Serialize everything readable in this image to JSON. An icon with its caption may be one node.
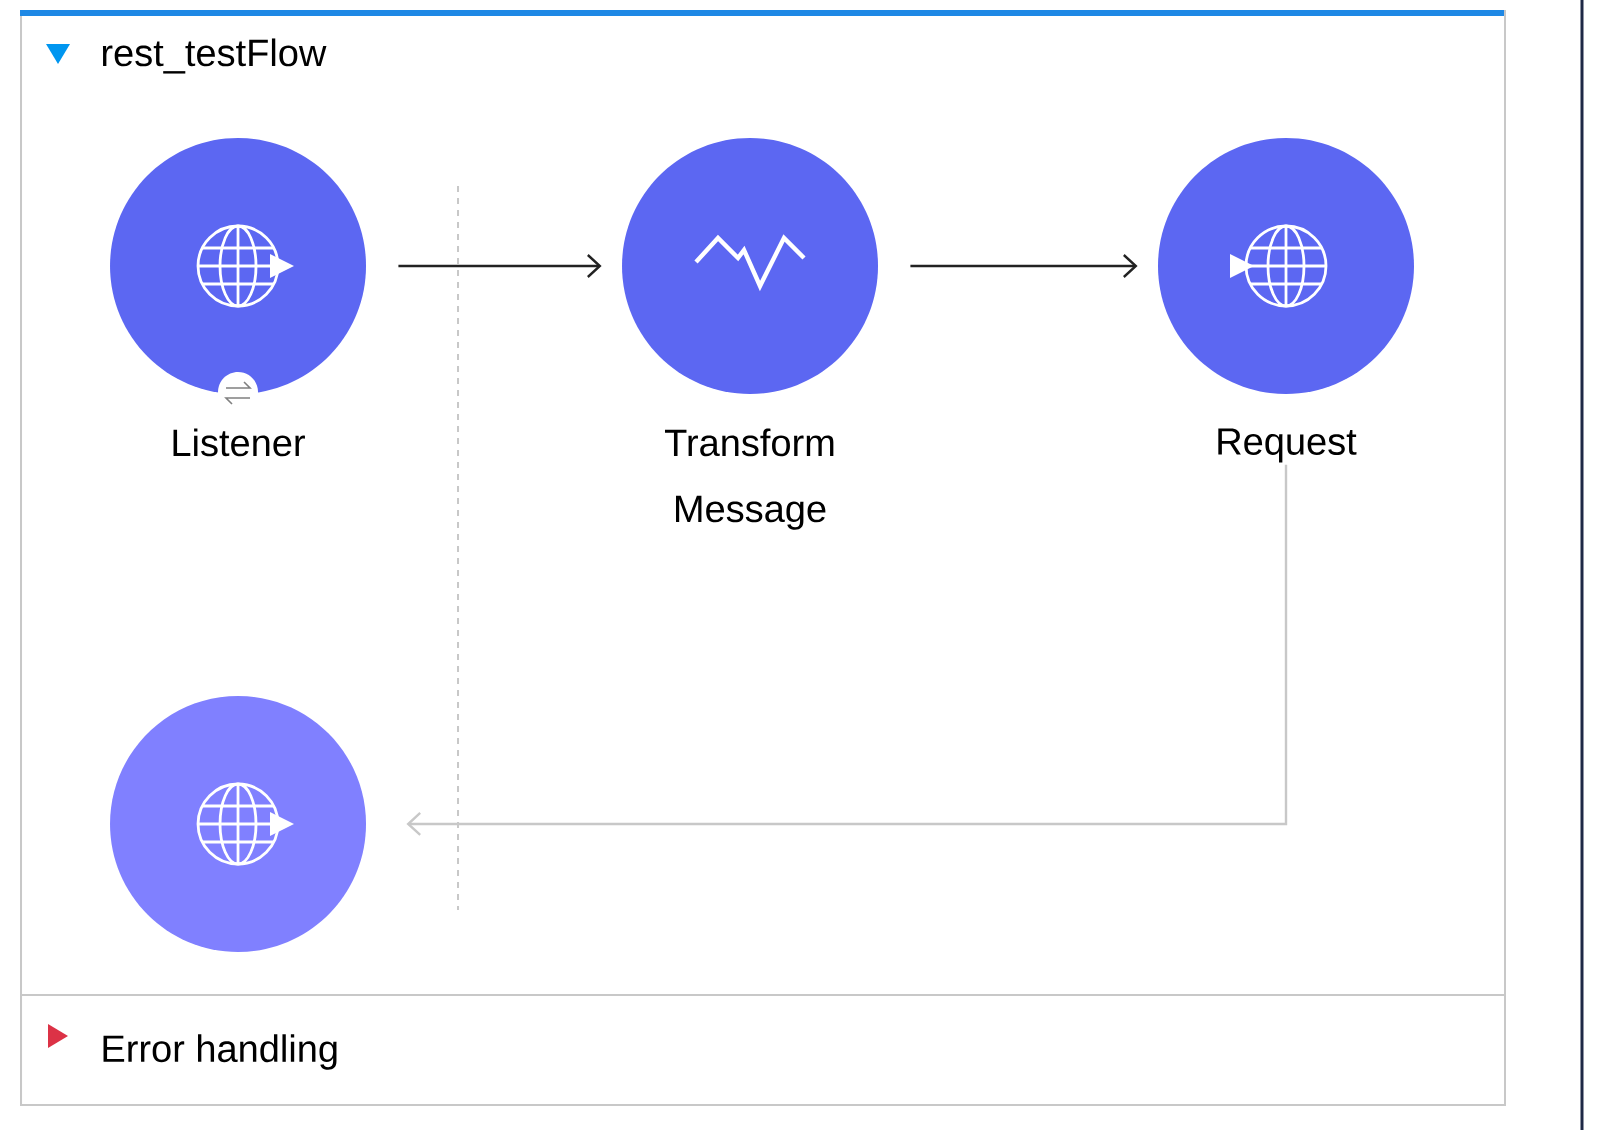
{
  "diagram": {
    "nodes": [
      {
        "text": [
          "rest_testFlow"
        ]
      },
      {
        "text": [
          "Listener"
        ],
        "in": 0
      },
      {
        "text": [
          "Transform Message"
        ],
        "in": 0
      },
      {
        "text": [
          "Request"
        ],
        "in": 0
      },
      {
        "text": [],
        "shape": "circle",
        "in": 0
      },
      {
        "text": [
          "Error handling"
        ],
        "in": 0
      }
    ],
    "edges": [
      {
        "from": 1,
        "to": 2,
        "arrow": "to"
      },
      {
        "from": 2,
        "to": 3,
        "arrow": "to"
      },
      {
        "from": 3,
        "to": 4,
        "arrow": "to",
        "color": "#c8c8c8"
      }
    ]
  }
}
